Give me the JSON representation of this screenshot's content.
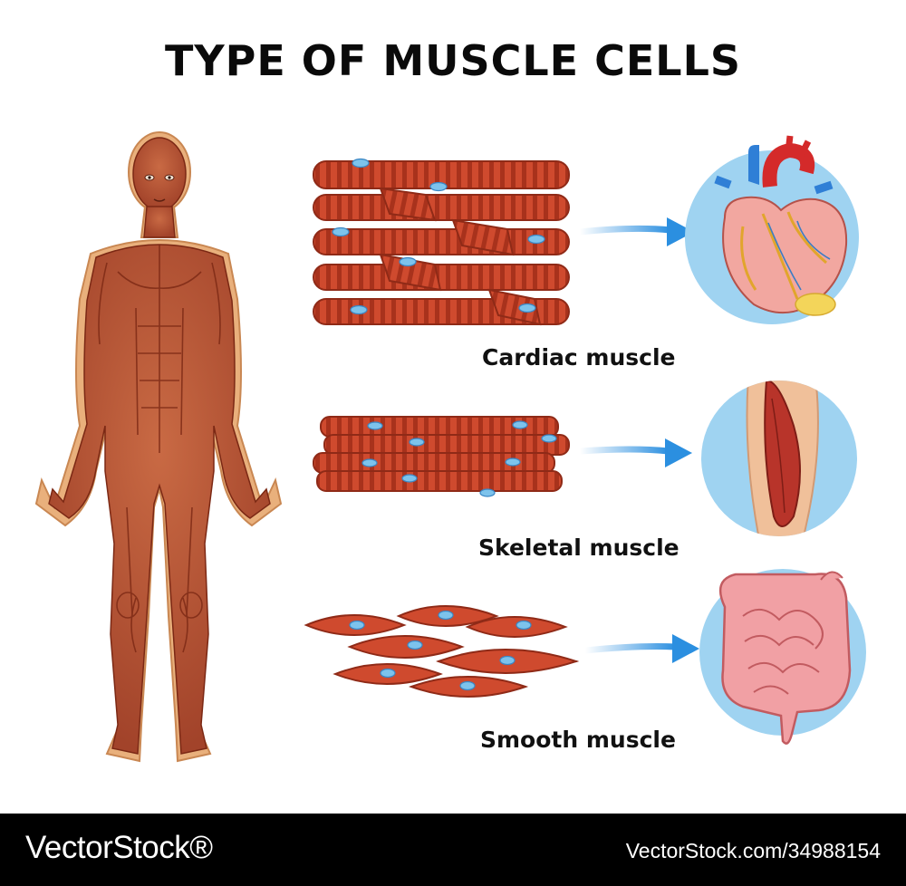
{
  "title": "TYPE OF MUSCLE CELLS",
  "muscles": [
    {
      "label": "Cardiac muscle",
      "organ": "heart-icon"
    },
    {
      "label": "Skeletal muscle",
      "organ": "leg-muscle-icon"
    },
    {
      "label": "Smooth muscle",
      "organ": "intestine-icon"
    }
  ],
  "watermark": {
    "logo": "VectorStock®",
    "id": "VectorStock.com/34988154"
  },
  "colors": {
    "muscle": "#c0452c",
    "muscle_dark": "#8f2a17",
    "nucleus": "#7dc3ec",
    "organ_circle": "#9fd3f1",
    "arrow": "#2b8fe0",
    "body": "#b9542f"
  }
}
